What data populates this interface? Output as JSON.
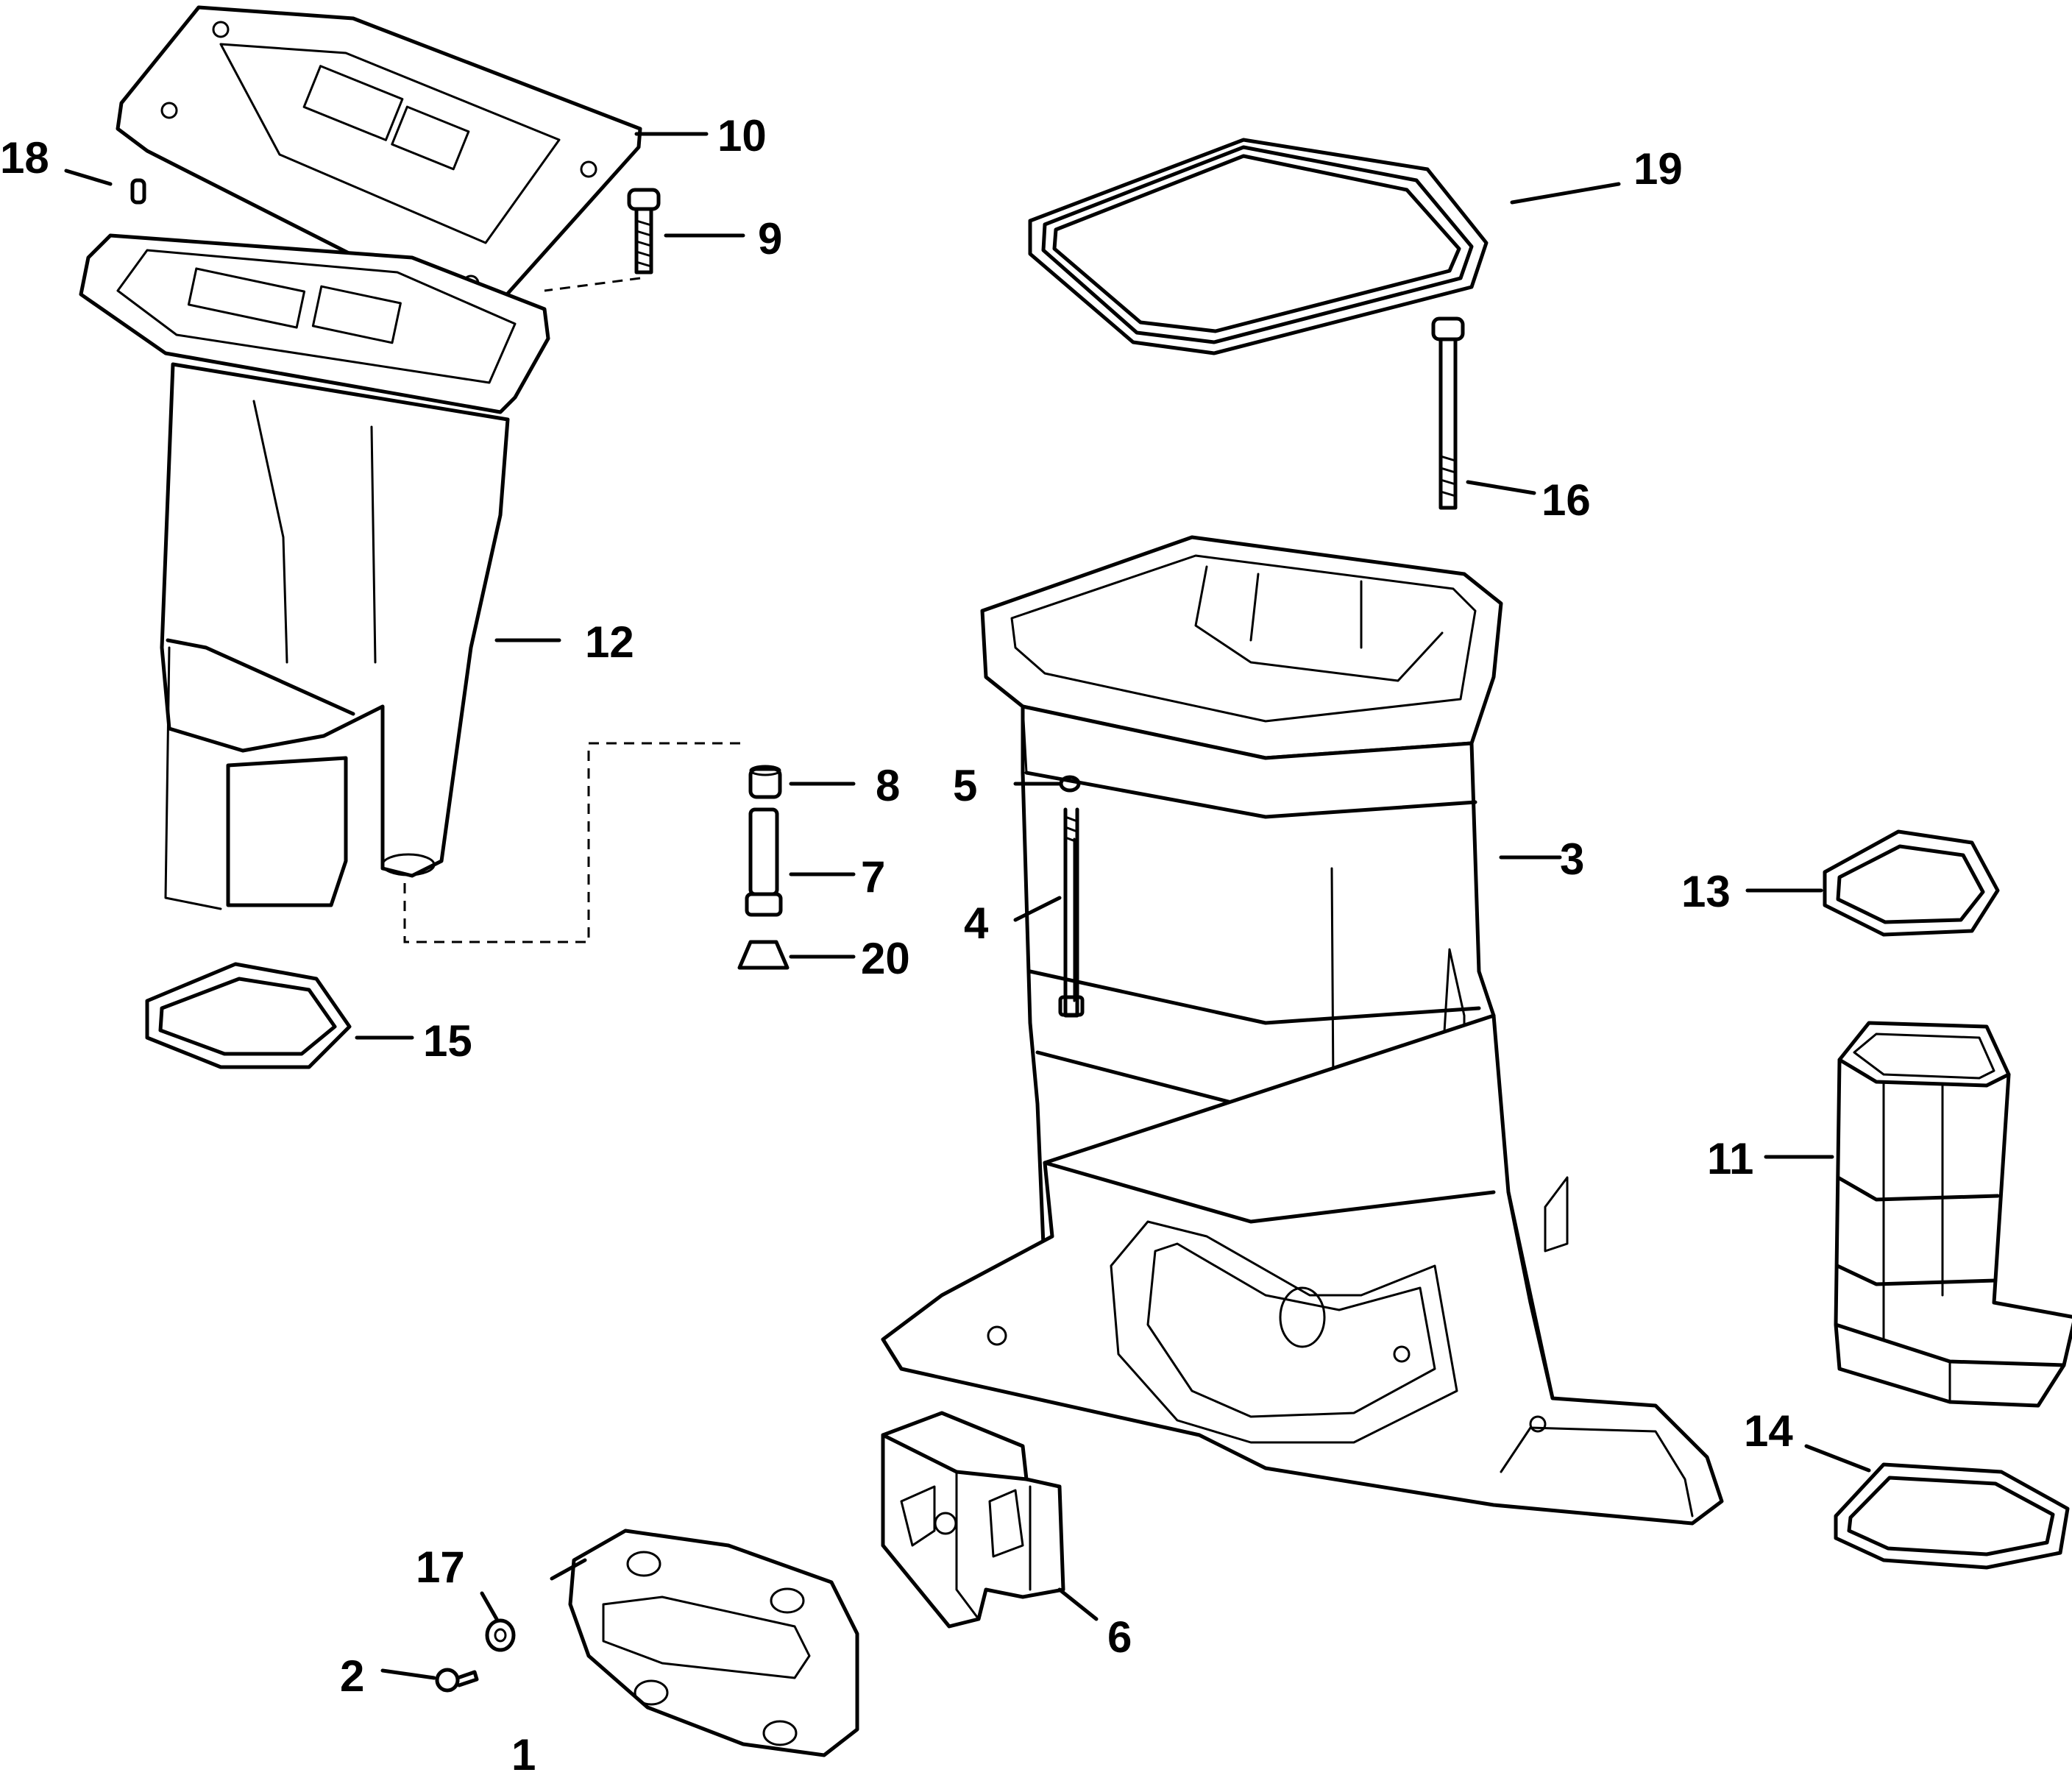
{
  "callouts": [
    {
      "id": "c1",
      "text": "1"
    },
    {
      "id": "c2",
      "text": "2"
    },
    {
      "id": "c3",
      "text": "3"
    },
    {
      "id": "c4",
      "text": "4"
    },
    {
      "id": "c5",
      "text": "5"
    },
    {
      "id": "c6",
      "text": "6"
    },
    {
      "id": "c7",
      "text": "7"
    },
    {
      "id": "c8",
      "text": "8"
    },
    {
      "id": "c9",
      "text": "9"
    },
    {
      "id": "c10",
      "text": "10"
    },
    {
      "id": "c11",
      "text": "11"
    },
    {
      "id": "c12",
      "text": "12"
    },
    {
      "id": "c13",
      "text": "13"
    },
    {
      "id": "c14",
      "text": "14"
    },
    {
      "id": "c15",
      "text": "15"
    },
    {
      "id": "c16",
      "text": "16"
    },
    {
      "id": "c17",
      "text": "17"
    },
    {
      "id": "c18",
      "text": "18"
    },
    {
      "id": "c19",
      "text": "19"
    },
    {
      "id": "c20",
      "text": "20"
    }
  ],
  "colors": {
    "line": "#000000",
    "background": "#ffffff"
  }
}
